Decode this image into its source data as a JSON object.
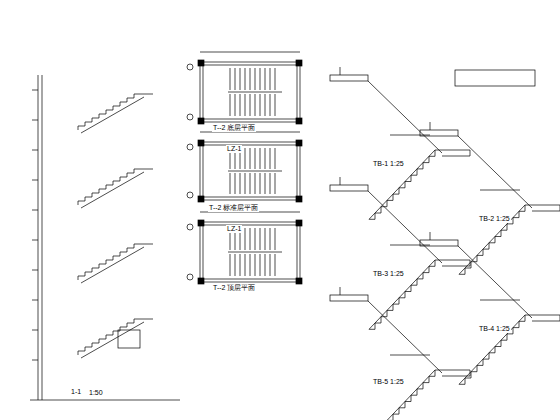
{
  "diagram": {
    "labels": [
      "1-1",
      "1:50",
      "T--2 底层平面",
      "T--2 标准层平面",
      "T--2 顶层平面",
      "LZ-1",
      "LZ-1",
      "TB-1 1:25",
      "TB-2 1:25",
      "TB-3 1:25",
      "TB-4 1:25",
      "TB-5 1:25"
    ]
  }
}
